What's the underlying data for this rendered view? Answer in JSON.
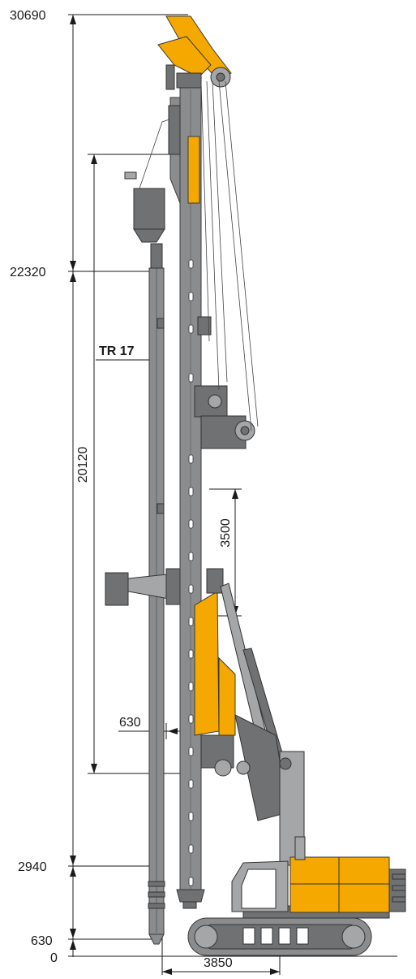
{
  "dimensions": {
    "height_total": "30690",
    "height_mast_top": "22320",
    "height_base": "2940",
    "height_ground_offset": "630",
    "height_zero": "0",
    "kelly_length": "20120",
    "stroke": "3500",
    "kelly_offset": "630",
    "tail_radius": "3850"
  },
  "labels": {
    "model": "TR 17"
  },
  "colors": {
    "machine_yellow": "#f5a800",
    "machine_grey": "#8a8c8e",
    "line": "#1a1a1a"
  }
}
